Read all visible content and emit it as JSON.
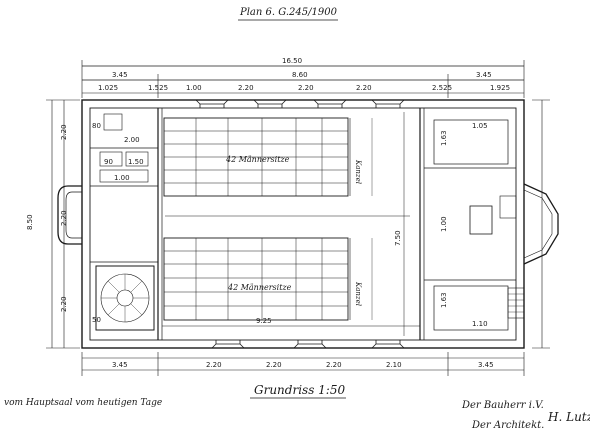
{
  "header": {
    "plan_number": "Plan 6. G.245/1900"
  },
  "dimensions": {
    "overall_width": "16.50",
    "left_block": "3.45",
    "middle_block": "8.60",
    "right_block": "3.45",
    "overall_depth": "8.50",
    "hall_depth": "7.50",
    "hall_inner": "9.25",
    "top_left_1": "1.025",
    "top_left_2": "1.525",
    "top_left_3": "1.00",
    "bay": "2.20",
    "bay_2": "2.20",
    "bay_3": "2.20",
    "bay_end": "2.10",
    "top_right_1": "2.525",
    "top_right_2": "1.925",
    "bottom_left": "3.45",
    "bottom_right": "3.45",
    "side_left_top": "2.20",
    "side_left_mid": "2.20",
    "side_left_bottom": "2.20",
    "right_1": "1.00",
    "right_2": "1.63",
    "right_3": "1.63",
    "small_80": "80",
    "small_50": "50",
    "small_90": "90",
    "small_100": "1.00",
    "small_200": "2.00",
    "small_150": "1.50",
    "small_110": "1.10",
    "small_105": "1.05"
  },
  "labels": {
    "seats_upper": "42 Männersitze",
    "seats_lower": "42 Männersitze",
    "kanzel_upper": "Kanzel",
    "kanzel_lower": "Kanzel",
    "title": "Grundriss 1:50",
    "caption": "vom Hauptsaal vom heutigen Tage",
    "builder": "Der Bauherr i.V.",
    "architect": "Der Architekt.",
    "signature": "H. Lutz."
  }
}
